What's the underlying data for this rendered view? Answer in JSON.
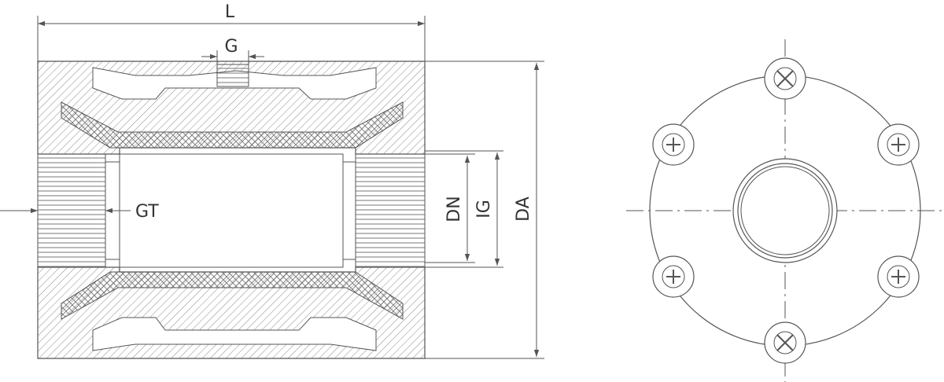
{
  "labels": {
    "length": "L",
    "gauge_port": "G",
    "thread": "GT",
    "nominal_diameter": "DN",
    "inner_thread_diameter": "IG",
    "outer_diameter": "DA"
  },
  "colors": {
    "line": "#555555",
    "hatch": "#8a8a8a",
    "paper": "#ffffff"
  }
}
